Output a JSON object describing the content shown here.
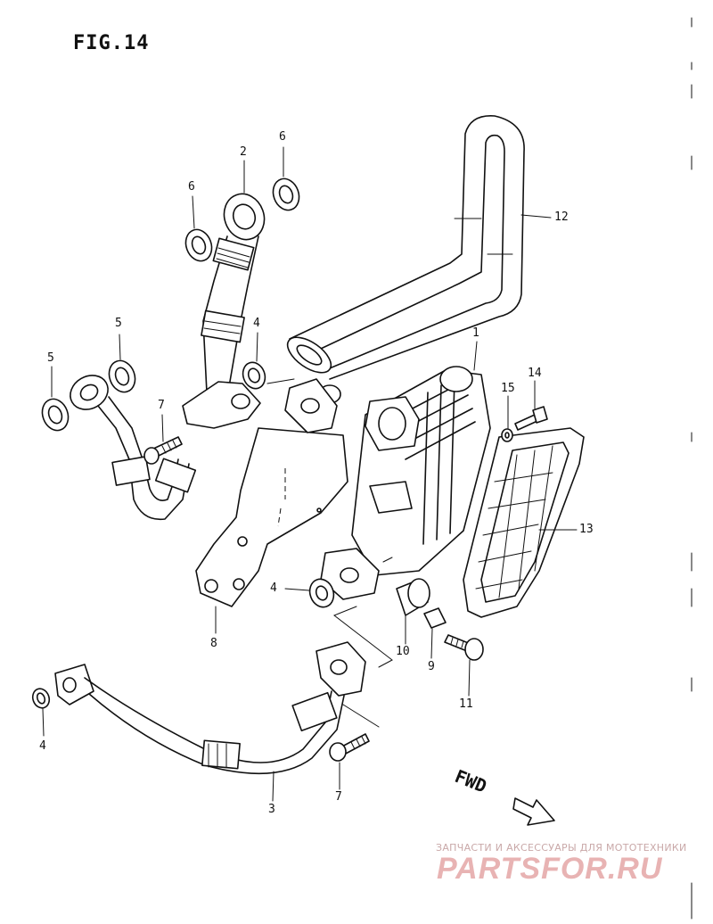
{
  "figure": {
    "title": "FIG.14"
  },
  "callouts": [
    {
      "id": "c-2",
      "label": "2"
    },
    {
      "id": "c-6a",
      "label": "6"
    },
    {
      "id": "c-6b",
      "label": "6"
    },
    {
      "id": "c-5a",
      "label": "5"
    },
    {
      "id": "c-5b",
      "label": "5"
    },
    {
      "id": "c-4a",
      "label": "4"
    },
    {
      "id": "c-4b",
      "label": "4"
    },
    {
      "id": "c-4c",
      "label": "4"
    },
    {
      "id": "c-7a",
      "label": "7"
    },
    {
      "id": "c-7b",
      "label": "7"
    },
    {
      "id": "c-12",
      "label": "12"
    },
    {
      "id": "c-1",
      "label": "1"
    },
    {
      "id": "c-14",
      "label": "14"
    },
    {
      "id": "c-15",
      "label": "15"
    },
    {
      "id": "c-13",
      "label": "13"
    },
    {
      "id": "c-8",
      "label": "8"
    },
    {
      "id": "c-10",
      "label": "10"
    },
    {
      "id": "c-9",
      "label": "9"
    },
    {
      "id": "c-11",
      "label": "11"
    },
    {
      "id": "c-3",
      "label": "3"
    }
  ],
  "direction": {
    "label": "FWD"
  },
  "watermark": {
    "caption": "ЗАПЧАСТИ И АКСЕССУАРЫ ДЛЯ МОТОТЕХНИКИ",
    "logo": "PARTSFOR.RU"
  }
}
